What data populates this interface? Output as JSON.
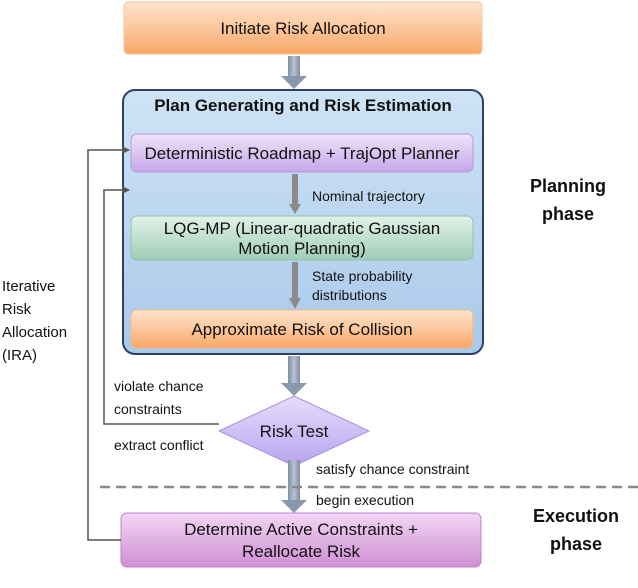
{
  "nodes": {
    "initiate": "Initiate Risk Allocation",
    "panel_title": "Plan Generating and Risk Estimation",
    "planner": "Deterministic Roadmap + TrajOpt Planner",
    "lqg_line1": "LQG-MP (Linear-quadratic Gaussian",
    "lqg_line2": "Motion Planning)",
    "approx": "Approximate Risk of Collision",
    "risk_test": "Risk Test",
    "determine_line1": "Determine Active Constraints +",
    "determine_line2": "Reallocate Risk"
  },
  "edges": {
    "nominal": "Nominal trajectory",
    "state_line1": "State probability",
    "state_line2": "distributions",
    "violate_line1": "violate chance",
    "violate_line2": "constraints",
    "extract": "extract conflict",
    "satisfy": "satisfy chance constraint",
    "begin": "begin execution"
  },
  "side": {
    "ira_line1": "Iterative",
    "ira_line2": "Risk",
    "ira_line3": "Allocation",
    "ira_line4": "(IRA)"
  },
  "phases": {
    "planning_line1": "Planning",
    "planning_line2": "phase",
    "execution_line1": "Execution",
    "execution_line2": "phase"
  }
}
